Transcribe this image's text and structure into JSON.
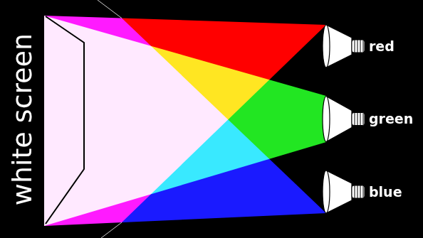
{
  "diagram": {
    "labels": [
      "white screen",
      "red",
      "green",
      "blue"
    ]
  }
}
